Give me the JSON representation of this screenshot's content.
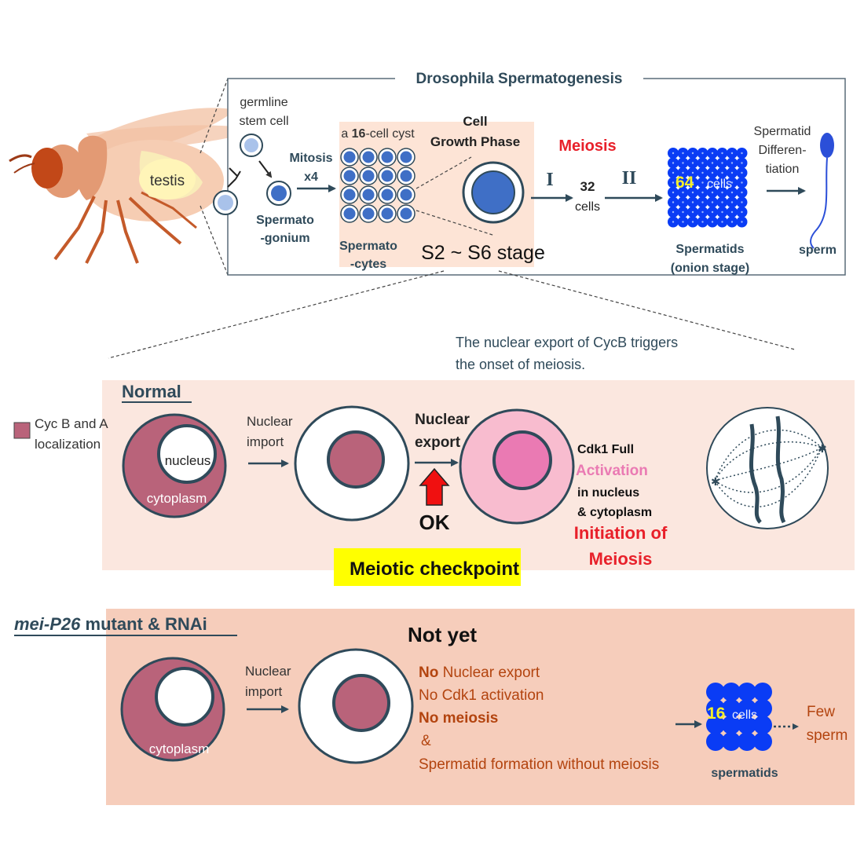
{
  "top": {
    "title": "Drosophila Spermatogenesis",
    "testis": "testis",
    "germline_line1": "germline",
    "germline_line2": "stem cell",
    "mitosis_line1": "Mitosis",
    "mitosis_line2": "x4",
    "spermatogonium_line1": "Spermato",
    "spermatogonium_line2": "-gonium",
    "cyst_a": "a ",
    "cyst_num": "16",
    "cyst_rest": "-cell cyst",
    "spermatocytes_line1": "Spermato",
    "spermatocytes_line2": "-cytes",
    "growth_line1": "Cell",
    "growth_line2": "Growth Phase",
    "stage": "S2 ~ S6 stage",
    "meiosis": "Meiosis",
    "roman1": "I",
    "roman2": "II",
    "cells32_num": "32",
    "cells32_label": "cells",
    "cells64_num": "64",
    "cells64_label": "cells",
    "spermatids_line1": "Spermatids",
    "spermatids_line2": "(onion stage)",
    "diff_line1": "Spermatid",
    "diff_line2": "Differen-",
    "diff_line3": "tiation",
    "sperm": "sperm"
  },
  "note": {
    "line1": "The nuclear export of CycB triggers",
    "line2": "the onset of meiosis."
  },
  "legend": {
    "line1": "Cyc B and A",
    "line2": "localization"
  },
  "normal": {
    "title": "Normal",
    "nucleus": "nucleus",
    "cytoplasm": "cytoplasm",
    "import_line1": "Nuclear",
    "import_line2": "import",
    "export_line1": "Nuclear",
    "export_line2": "export",
    "ok": "OK",
    "cdk_line1": "Cdk1 Full",
    "cdk_line2": "Activation",
    "cdk_line3": "in nucleus",
    "cdk_line4": "& cytoplasm",
    "init_line1": "Initiation  of",
    "init_line2": "Meiosis",
    "checkpoint": "Meiotic checkpoint"
  },
  "mutant": {
    "title_italic": "mei-P26",
    "title_rest": " mutant  & RNAi",
    "not_yet": "Not yet",
    "cytoplasm": "cytoplasm",
    "import_line1": "Nuclear",
    "import_line2": "import",
    "no1_bold": "No",
    "no1_rest": " Nuclear export",
    "no2": "No Cdk1 activation",
    "no3": "No meiosis",
    "amp": "&",
    "formation": "Spermatid formation without meiosis",
    "cells16_num": "16",
    "cells16_label": "cells",
    "spermatids": "spermatids",
    "few_line1": "Few",
    "few_line2": "sperm"
  },
  "colors": {
    "cycb": "#b9637a",
    "cell_blue": "#3f6fc6",
    "dark_navy": "#2f4a5a",
    "red": "#e8202a",
    "pink": "#ea7ab3",
    "brown_text": "#b3440f",
    "panel_normal": "#fbe7df",
    "panel_mutant": "#f6cdbb",
    "checkpoint_bg": "#ffff00"
  }
}
